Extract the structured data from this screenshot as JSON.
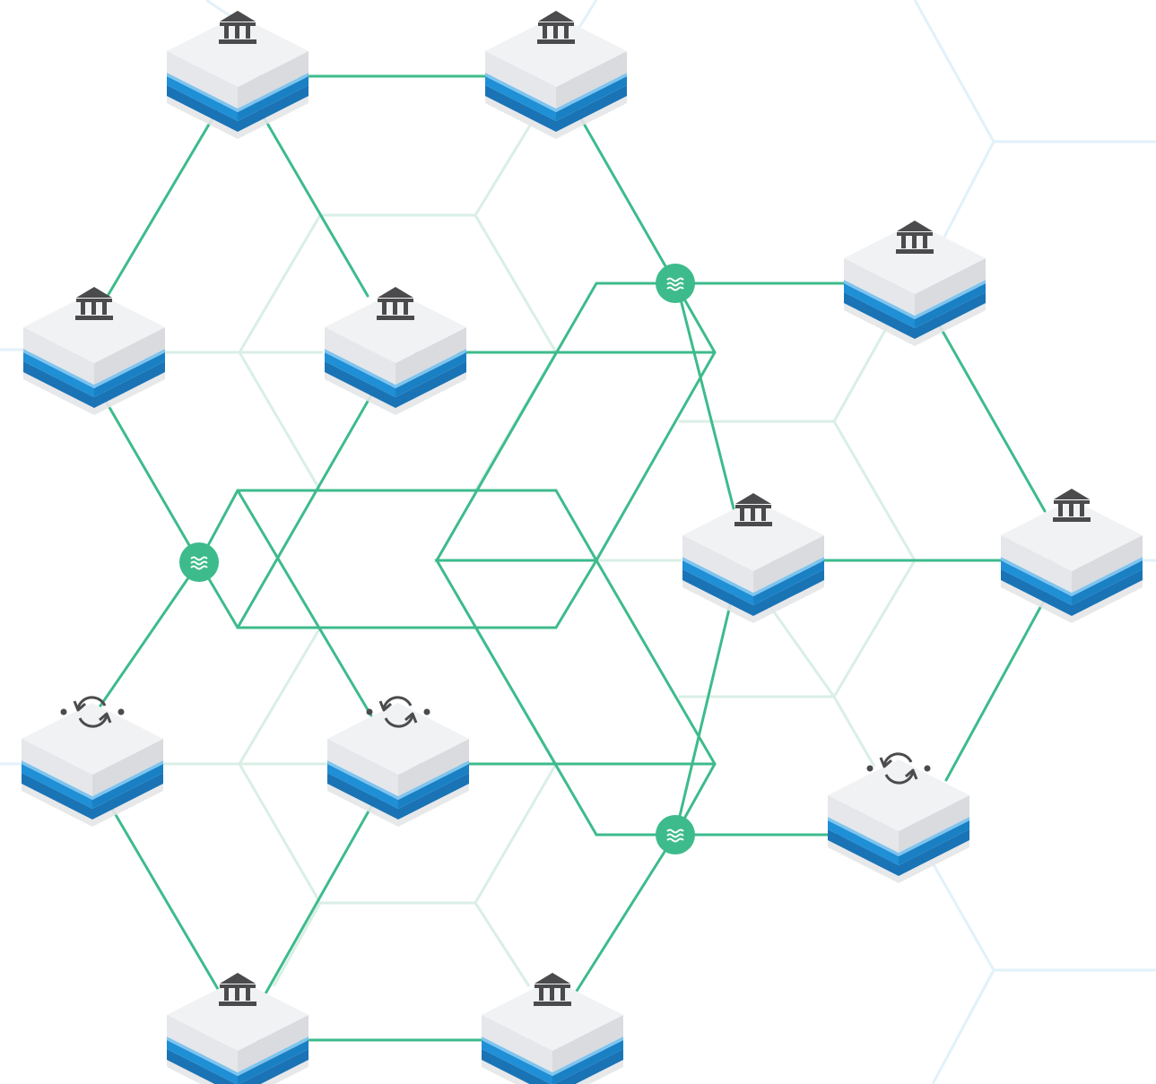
{
  "colors": {
    "connection": "#3dbb8c",
    "hub": "#3dbb8c",
    "node_top": "#eeeff1",
    "node_side": "#d7d9dd",
    "node_layer_light": "#7ec4ef",
    "node_layer": "#1f8fd6",
    "node_layer_dark": "#1a73b5",
    "icon": "#4b4b4d",
    "background_grid_green": "#d9efe6",
    "background_grid_blue": "#e2f1fa"
  },
  "nodes": [
    {
      "id": "bank-1",
      "icon": "bank-icon"
    },
    {
      "id": "bank-2",
      "icon": "bank-icon"
    },
    {
      "id": "bank-3",
      "icon": "bank-icon"
    },
    {
      "id": "bank-4",
      "icon": "bank-icon"
    },
    {
      "id": "bank-5",
      "icon": "bank-icon"
    },
    {
      "id": "bank-6",
      "icon": "bank-icon"
    },
    {
      "id": "bank-7",
      "icon": "bank-icon"
    },
    {
      "id": "bank-8",
      "icon": "bank-icon"
    },
    {
      "id": "bank-9",
      "icon": "bank-icon"
    },
    {
      "id": "exchange-1",
      "icon": "sync-icon"
    },
    {
      "id": "exchange-2",
      "icon": "sync-icon"
    },
    {
      "id": "exchange-3",
      "icon": "sync-icon"
    }
  ],
  "hubs": [
    {
      "id": "hub-1",
      "icon": "waves-icon"
    },
    {
      "id": "hub-2",
      "icon": "waves-icon"
    },
    {
      "id": "hub-3",
      "icon": "waves-icon"
    }
  ]
}
